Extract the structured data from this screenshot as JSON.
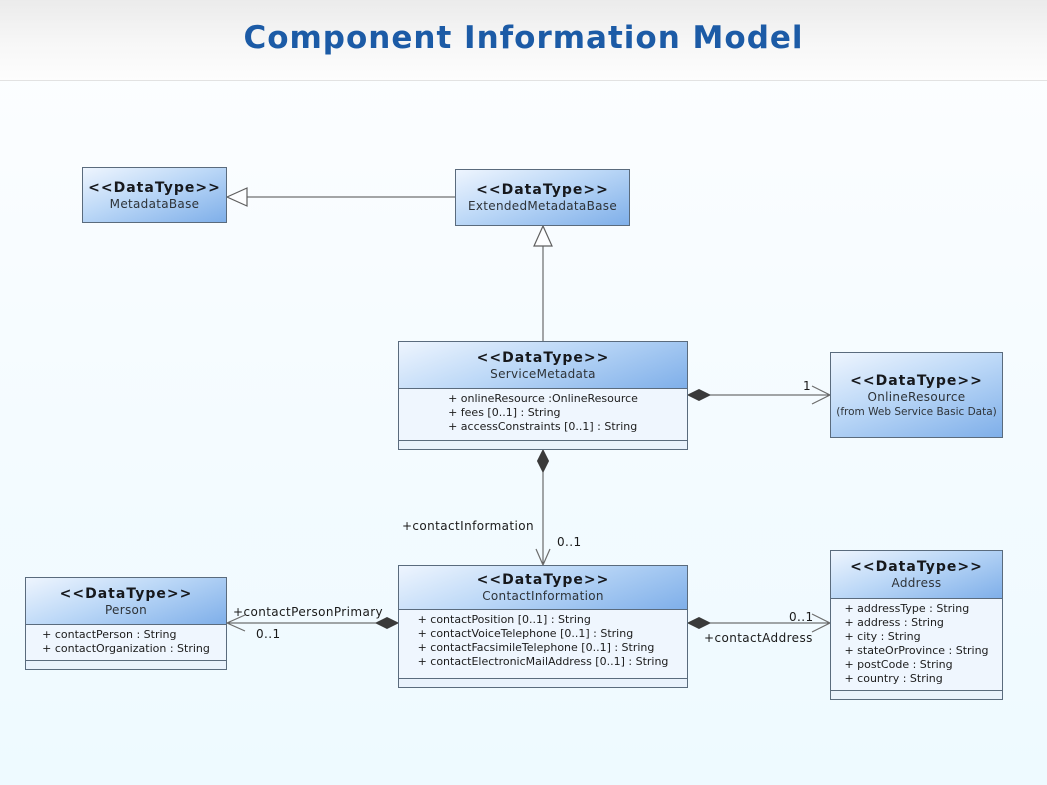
{
  "page": {
    "title": "Component Information Model"
  },
  "colors": {
    "title_blue": "#1c5ba6",
    "class_header_gradient_top": "#eef5fe",
    "class_header_gradient_bottom": "#7fafe9",
    "class_body_bg": "#eff6fe",
    "class_border": "#5a6b7d",
    "wire": "#4d4d4d"
  },
  "diagram": {
    "classes": [
      {
        "id": "metadata-base",
        "stereotype": "<<DataType>>",
        "name": "MetadataBase",
        "attributes": []
      },
      {
        "id": "extended-metadata-base",
        "stereotype": "<<DataType>>",
        "name": "ExtendedMetadataBase",
        "attributes": []
      },
      {
        "id": "service-metadata",
        "stereotype": "<<DataType>>",
        "name": "ServiceMetadata",
        "attributes": [
          "+ onlineResource :OnlineResource",
          "+ fees [0..1] : String",
          "+ accessConstraints [0..1] : String"
        ]
      },
      {
        "id": "online-resource",
        "stereotype": "<<DataType>>",
        "name": "OnlineResource",
        "note": "(from Web Service Basic Data)",
        "attributes": []
      },
      {
        "id": "contact-information",
        "stereotype": "<<DataType>>",
        "name": "ContactInformation",
        "attributes": [
          "+ contactPosition [0..1] : String",
          "+ contactVoiceTelephone [0..1] : String",
          "+ contactFacsimileTelephone [0..1] : String",
          "+ contactElectronicMailAddress [0..1] : String"
        ]
      },
      {
        "id": "person",
        "stereotype": "<<DataType>>",
        "name": "Person",
        "attributes": [
          "+ contactPerson : String",
          "+ contactOrganization : String"
        ]
      },
      {
        "id": "address",
        "stereotype": "<<DataType>>",
        "name": "Address",
        "attributes": [
          "+ addressType : String",
          "+ address : String",
          "+ city : String",
          "+ stateOrProvince : String",
          "+ postCode : String",
          "+ country : String"
        ]
      }
    ],
    "relationships": [
      {
        "type": "generalization",
        "from": "ExtendedMetadataBase",
        "to": "MetadataBase"
      },
      {
        "type": "generalization",
        "from": "ServiceMetadata",
        "to": "ExtendedMetadataBase"
      },
      {
        "type": "composition",
        "from": "ServiceMetadata",
        "to": "OnlineResource",
        "multiplicity": "1"
      },
      {
        "type": "composition",
        "from": "ServiceMetadata",
        "to": "ContactInformation",
        "role": "+contactInformation",
        "multiplicity": "0..1"
      },
      {
        "type": "composition",
        "from": "ContactInformation",
        "to": "Person",
        "role": "+contactPersonPrimary",
        "multiplicity": "0..1"
      },
      {
        "type": "composition",
        "from": "ContactInformation",
        "to": "Address",
        "role": "+contactAddress",
        "multiplicity": "0..1"
      }
    ]
  }
}
